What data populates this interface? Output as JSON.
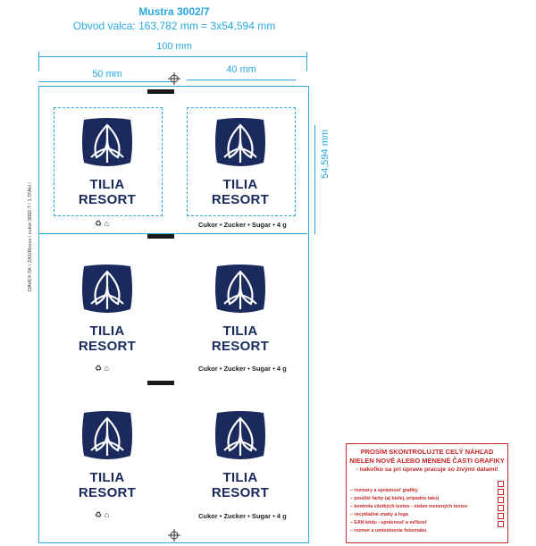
{
  "header": {
    "title": "Mustra 3002/7",
    "subtitle": "Obvod valca: 163,782 mm = 3x54,594 mm"
  },
  "dimensions": {
    "width_total": "100 mm",
    "width_left": "50 mm",
    "width_right": "40 mm",
    "height_right": "54,594 mm"
  },
  "side_code": "DAVEX-SK / ZA108xxxx / cukor 3002-7 / 1,7FAH /",
  "logo": {
    "line1": "TILIA",
    "line2": "RESORT",
    "brand_color": "#1a2a5c"
  },
  "product_text": "Cukor • Zucker • Sugar • 4 g",
  "recycle_symbols": "♻ ⌂",
  "checklist": {
    "title_line1": "PROSÍM SKONTROLUJTE CELÝ NÁHĽAD",
    "title_line2": "NIELEN NOVÉ ALEBO MENENÉ ČASTI GRAFIKY",
    "title_line3": "- nakoľko sa pri úprave pracuje so živými dátami!",
    "items": [
      "– rozmery a správnosť grafiky",
      "– použité farby (aj bielej, prípadne laku)",
      "– kontrola všetkých textov - nielen menených textov",
      "– recyklačné znaky a loga",
      "– EAN kódu - správnosť a veľkosť",
      "– rozmer a umiestnenie fotoznaku"
    ],
    "accent_color": "#c62828"
  },
  "colors": {
    "cutline": "#29a8e0",
    "print_marks": "#1a1a1a"
  }
}
